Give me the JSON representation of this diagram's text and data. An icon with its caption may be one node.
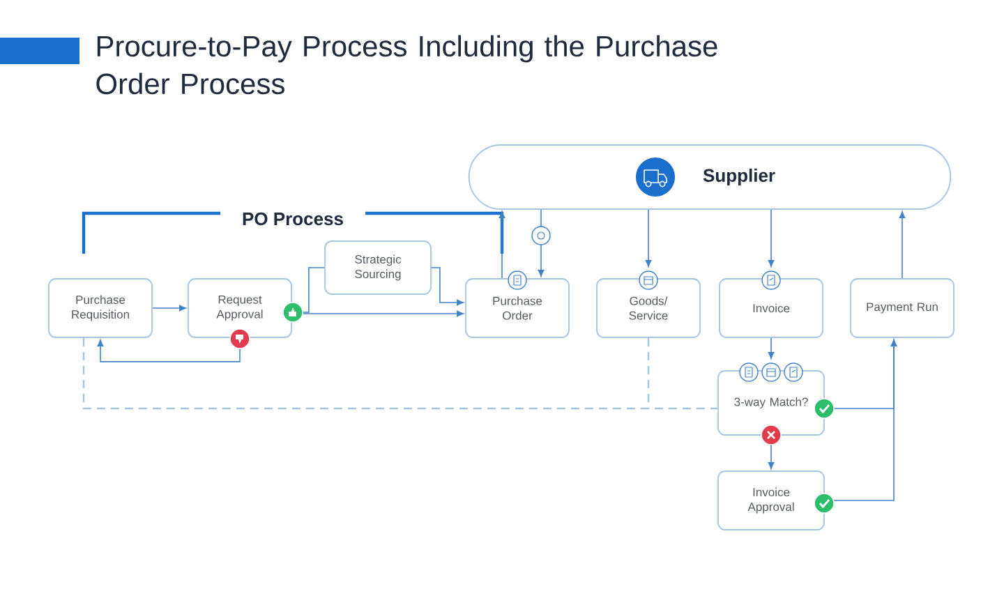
{
  "diagram": {
    "title": "Procure-to-Pay Process Including the Purchase Order Process",
    "nodes": [
      {
        "text": [
          "Supplier"
        ]
      },
      {
        "text": [
          "Purchase Requisition"
        ]
      },
      {
        "text": [
          "Request Approval"
        ]
      },
      {
        "text": [
          "Strategic Sourcing"
        ]
      },
      {
        "text": [
          "Purchase Order"
        ]
      },
      {
        "text": [
          "Goods/ Service"
        ]
      },
      {
        "text": [
          "Invoice"
        ]
      },
      {
        "text": [
          "Payment Run"
        ]
      },
      {
        "text": [
          "3-way Match?"
        ]
      },
      {
        "text": [
          "Invoice Approval"
        ]
      }
    ],
    "edges": [
      {
        "from": 1,
        "to": 2,
        "arrow": "to"
      },
      {
        "from": 2,
        "to": 1,
        "arrow": "to"
      },
      {
        "from": 2,
        "to": 4,
        "arrow": "to"
      },
      {
        "from": 2,
        "to": 3,
        "arrow": "none"
      },
      {
        "from": 3,
        "to": 4,
        "arrow": "to"
      },
      {
        "from": 4,
        "to": 0,
        "arrow": "to"
      },
      {
        "from": 0,
        "to": 4,
        "arrow": "to"
      },
      {
        "from": 0,
        "to": 5,
        "arrow": "to"
      },
      {
        "from": 0,
        "to": 6,
        "arrow": "to"
      },
      {
        "from": 7,
        "to": 0,
        "arrow": "to"
      },
      {
        "from": 6,
        "to": 8,
        "arrow": "to"
      },
      {
        "from": 8,
        "to": 9,
        "arrow": "to"
      },
      {
        "from": 8,
        "to": 7,
        "arrow": "to"
      },
      {
        "from": 9,
        "to": 7,
        "arrow": "to"
      },
      {
        "from": 1,
        "to": 8,
        "arrow": "none",
        "style": "dashed",
        "color": "#a7c3e2"
      },
      {
        "from": 5,
        "to": 8,
        "arrow": "none",
        "style": "dashed",
        "color": "#a7c3e2"
      }
    ],
    "labels": [
      "PO Process"
    ]
  }
}
